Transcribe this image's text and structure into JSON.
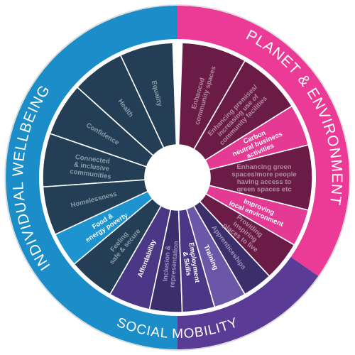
{
  "rings": [
    {
      "key": "wellbeing",
      "label": "INDIVIDUAL WELLBEING",
      "color": "#1b8ec9",
      "start": 180,
      "end": 360,
      "label_center": 270,
      "label_size": 21,
      "flip": false
    },
    {
      "key": "planet",
      "label": "PLANET & ENVIRONMENT",
      "color": "#ec3a97",
      "start": 0,
      "end": 125,
      "label_center": 63,
      "label_size": 21,
      "flip": false
    },
    {
      "key": "social",
      "label": "SOCIAL MOBILITY",
      "color": "#5a3c96",
      "start": 125,
      "end": 180,
      "label_center": 180,
      "label_size": 19,
      "flip": true
    }
  ],
  "segments": [
    {
      "label": "Equality",
      "color": "#243f55",
      "text_color": "#8a9ba8",
      "start": 335,
      "end": 358
    },
    {
      "label": "Health",
      "color": "#243f55",
      "text_color": "#8a9ba8",
      "start": 312,
      "end": 335
    },
    {
      "label": "Confidence",
      "color": "#243f55",
      "text_color": "#8a9ba8",
      "start": 289,
      "end": 312
    },
    {
      "label": "Connected\n& inclusive\ncommunities",
      "color": "#243f55",
      "text_color": "#8a9ba8",
      "start": 266,
      "end": 289
    },
    {
      "label": "Homelessness",
      "color": "#243f55",
      "text_color": "#8a9ba8",
      "start": 245,
      "end": 266
    },
    {
      "label": "Food &\nenergy poverty",
      "color": "#1d93cf",
      "text_color": "#ffffff",
      "start": 230,
      "end": 245
    },
    {
      "label": "Feeling\nsafe & secure",
      "color": "#243f55",
      "text_color": "#8a9ba8",
      "start": 210,
      "end": 230
    },
    {
      "label": "Affordability",
      "color": "#4a3785",
      "text_color": "#ffffff",
      "start": 192,
      "end": 210
    },
    {
      "label": "Inclusion &\nrepresentation",
      "color": "#3b2f6b",
      "text_color": "#9a8fbf",
      "start": 178,
      "end": 192
    },
    {
      "label": "Employment\n& Skills",
      "color": "#4a3785",
      "text_color": "#ffffff",
      "start": 164,
      "end": 178
    },
    {
      "label": "Training",
      "color": "#6b57a8",
      "text_color": "#ffffff",
      "start": 150,
      "end": 164
    },
    {
      "label": "Apprenticeships",
      "color": "#3b2f6b",
      "text_color": "#9a8fbf",
      "start": 137,
      "end": 150
    },
    {
      "label": "Providing\ninspiring\nplaces to live",
      "color": "#6a1c47",
      "text_color": "#b08aa0",
      "start": 120,
      "end": 137
    },
    {
      "label": "Improving\nlocal environment",
      "color": "#e43a93",
      "text_color": "#ffffff",
      "start": 104,
      "end": 120
    },
    {
      "label": "Enhancing green\nspaces/more people\nhaving access to\ngreen spaces etc",
      "color": "#6a1c47",
      "text_color": "#b08aa0",
      "start": 76,
      "end": 104
    },
    {
      "label": "Carbon\nneutral business\nactivities",
      "color": "#e43a93",
      "text_color": "#ffffff",
      "start": 58,
      "end": 76
    },
    {
      "label": "Enhancing premises/\nincreasing use of\ncommunity facilities",
      "color": "#6a1c47",
      "text_color": "#b08aa0",
      "start": 30,
      "end": 58
    },
    {
      "label": "Enhanced\ncommunity spaces",
      "color": "#6a1c47",
      "text_color": "#b08aa0",
      "start": 2,
      "end": 30
    }
  ]
}
